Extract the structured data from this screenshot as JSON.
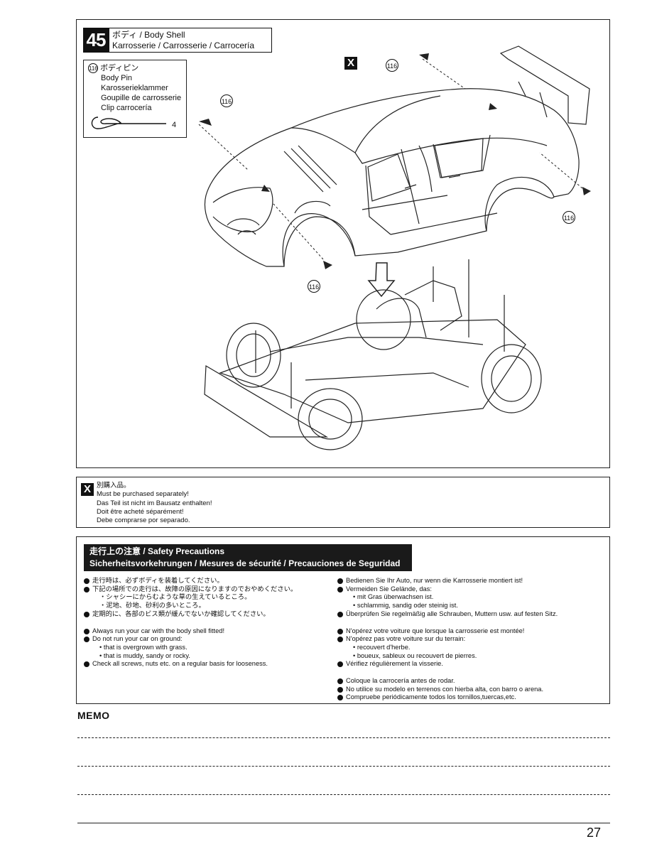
{
  "step": {
    "number": "45",
    "title_line1": "ボディ / Body Shell",
    "title_line2": "Karrosserie / Carrosserie / Carrocería"
  },
  "part": {
    "number": "116",
    "name_ja": "ボディピン",
    "name_en": "Body Pin",
    "name_de": "Karosserieklammer",
    "name_fr": "Goupille de carrosserie",
    "name_es": "Clip carrocería",
    "quantity": "4"
  },
  "callouts": {
    "part_label": "116",
    "x_label": "X"
  },
  "x_note": {
    "mark": "X",
    "lines": [
      "別購入品。",
      "Must be purchased separately!",
      "Das Teil ist nicht im Bausatz enthalten!",
      "Doit être acheté séparément!",
      "Debe comprarse por separado."
    ]
  },
  "safety": {
    "heading_line1": "走行上の注意 / Safety Precautions",
    "heading_line2": "Sicherheitsvorkehrungen / Mesures de sécurité / Precauciones de Seguridad",
    "ja": {
      "b1": "走行時は、必ずボディを装着してください。",
      "b2": "下記の場所での走行は、故障の原因になりますのでおやめください。",
      "s1": "・シャシーにからむような草の生えているところ。",
      "s2": "・泥地、砂地、砂利の多いところ。",
      "b3": "定期的に、各部のビス類が緩んでないか確認してください。"
    },
    "en": {
      "b1": "Always run your car with the body shell fitted!",
      "b2": "Do not run your car on ground:",
      "s1": "• that is overgrown with grass.",
      "s2": "• that is muddy, sandy or rocky.",
      "b3": "Check all screws, nuts etc. on a regular basis for looseness."
    },
    "de": {
      "b1": "Bedienen Sie Ihr Auto, nur wenn die Karrosserie montiert ist!",
      "b2": "Vermeiden Sie Gelände, das:",
      "s1": "• mit Gras überwachsen ist.",
      "s2": "• schlammig, sandig oder steinig ist.",
      "b3": "Überprüfen Sie regelmäßig alle Schrauben, Muttern usw. auf festen Sitz."
    },
    "fr": {
      "b1": "N'opérez votre voiture que lorsque la carrosserie est montée!",
      "b2": "N'opérez pas votre voiture sur du terrain:",
      "s1": "• recouvert d'herbe.",
      "s2": "• boueux, sableux ou recouvert de pierres.",
      "b3": "Vérifiez régulièrement la visserie."
    },
    "es": {
      "b1": "Coloque la carrocería antes de rodar.",
      "b2": "No utilice su modelo en terrenos con hierba alta, con barro o arena.",
      "b3": "Compruebe periódicamente todos los tornillos,tuercas,etc."
    }
  },
  "memo": {
    "label": "MEMO"
  },
  "page_number": "27"
}
